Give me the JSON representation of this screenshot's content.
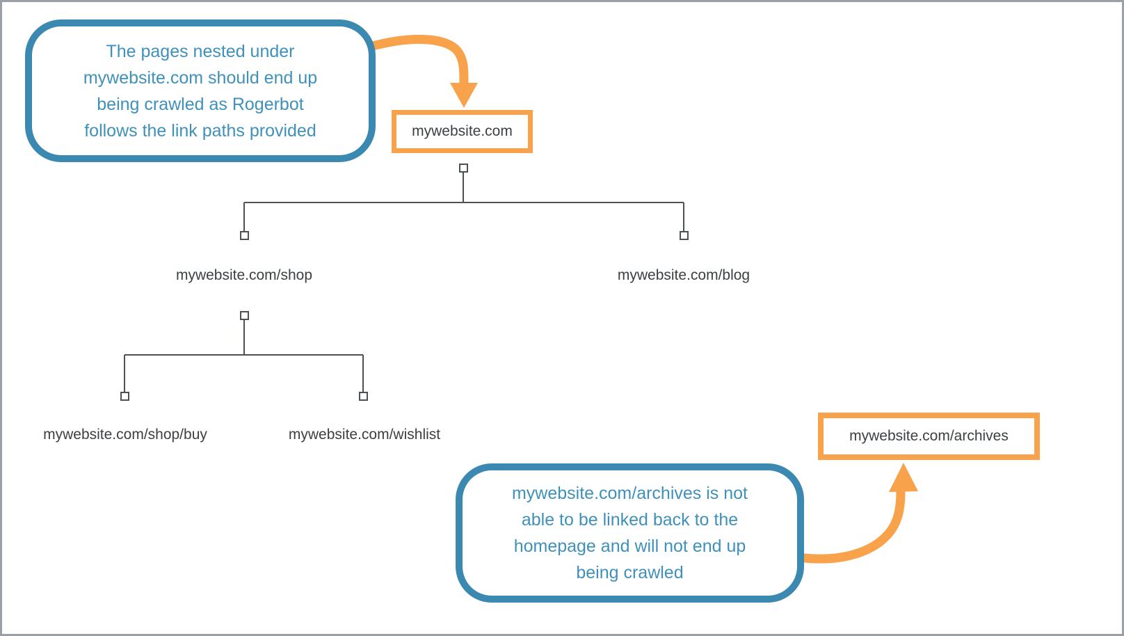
{
  "colors": {
    "accent_orange": "#f8a24c",
    "accent_blue": "#3b89b1",
    "callout_text_blue": "#3f90ba",
    "node_text_gray": "#3c4043",
    "connector_gray": "#4d5156",
    "canvas_border_gray": "#9aa0a6"
  },
  "callouts": {
    "top": {
      "text": "The pages nested under\nmywebsite.com should end up\nbeing crawled as Rogerbot\nfollows the link paths provided"
    },
    "bottom": {
      "text": "mywebsite.com/archives is not\nable to be linked back to the\nhomepage and will not end up\nbeing crawled"
    }
  },
  "nodes": {
    "root": {
      "label": "mywebsite.com"
    },
    "shop": {
      "label": "mywebsite.com/shop"
    },
    "blog": {
      "label": "mywebsite.com/blog"
    },
    "shop_buy": {
      "label": "mywebsite.com/shop/buy"
    },
    "wishlist": {
      "label": "mywebsite.com/wishlist"
    },
    "archives": {
      "label": "mywebsite.com/archives"
    }
  }
}
